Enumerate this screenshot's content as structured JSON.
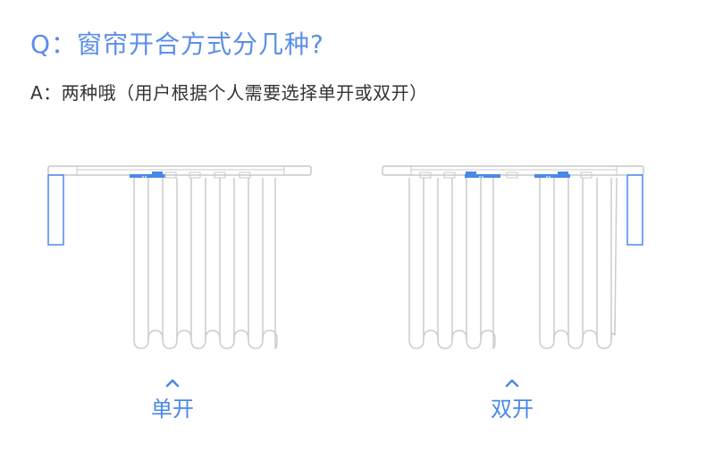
{
  "question": {
    "text": "Q：窗帘开合方式分几种?"
  },
  "answer": {
    "text": "A：两种哦（用户根据个人需要选择单开或双开）"
  },
  "options": [
    {
      "label": "单开",
      "icon": "chevron-up-icon"
    },
    {
      "label": "双开",
      "icon": "chevron-up-icon"
    }
  ],
  "colors": {
    "accent": "#4a88e6",
    "question": "#5b8ee8",
    "line": "#c8c8c8",
    "text": "#333333"
  }
}
